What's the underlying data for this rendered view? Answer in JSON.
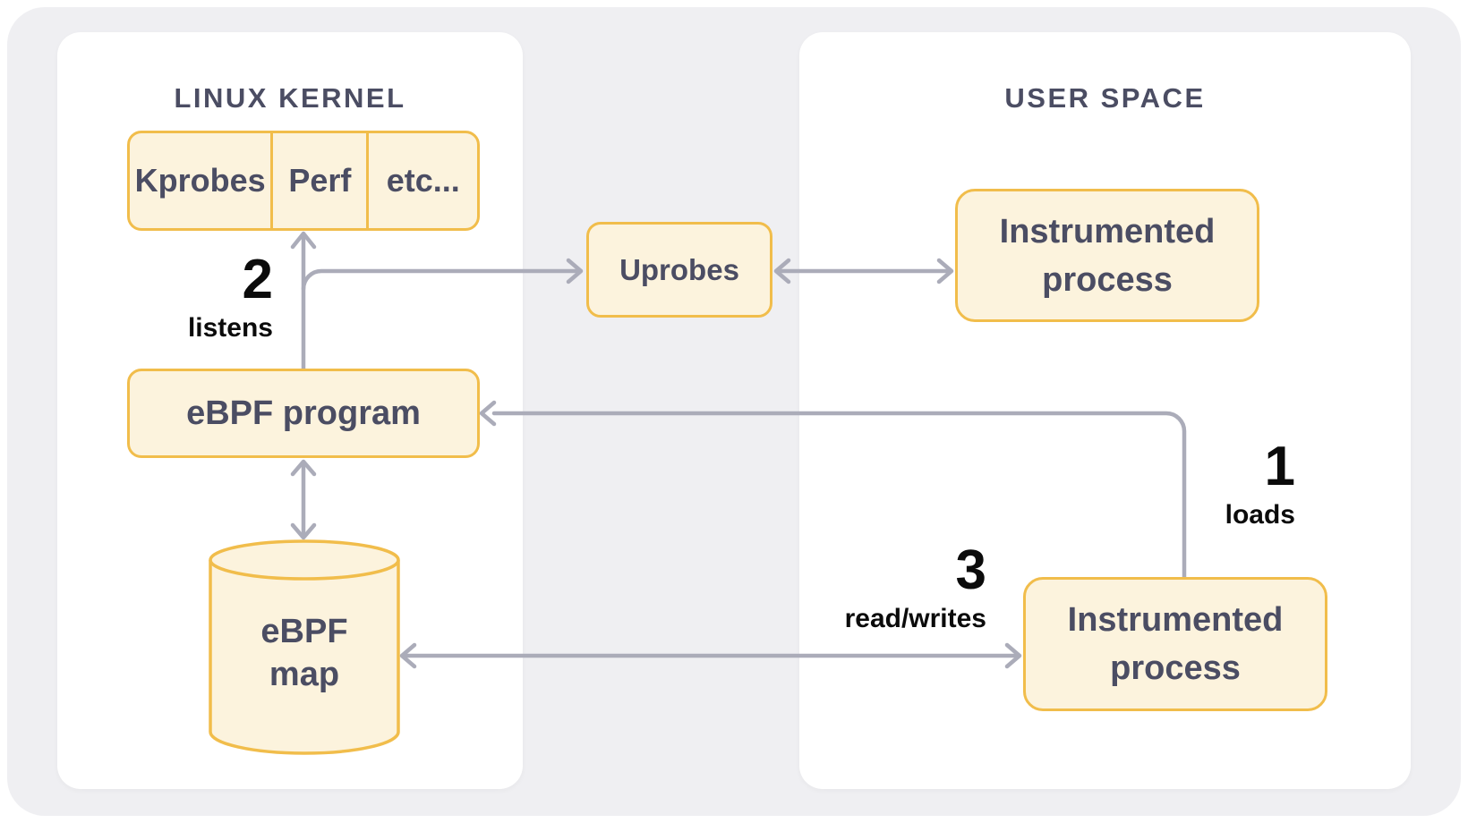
{
  "panels": {
    "kernel": {
      "title": "LINUX KERNEL"
    },
    "user": {
      "title": "USER SPACE"
    }
  },
  "nodes": {
    "kprobes": "Kprobes",
    "perf": "Perf",
    "etc": "etc...",
    "ebpf_program": "eBPF program",
    "ebpf_map": "eBPF map",
    "uprobes": "Uprobes",
    "instrumented_top": "Instrumented process",
    "instrumented_bottom": "Instrumented process"
  },
  "steps": {
    "step1": {
      "number": "1",
      "label": "loads"
    },
    "step2": {
      "number": "2",
      "label": "listens"
    },
    "step3": {
      "number": "3",
      "label": "read/writes"
    }
  },
  "colors": {
    "page_bg": "#EFEFF2",
    "panel_bg": "#FFFFFF",
    "node_fill": "#FCF3DD",
    "node_border": "#F1BD4B",
    "node_text": "#4B4D63",
    "arrow": "#ABACB9",
    "step_text": "#0B0B0B"
  }
}
